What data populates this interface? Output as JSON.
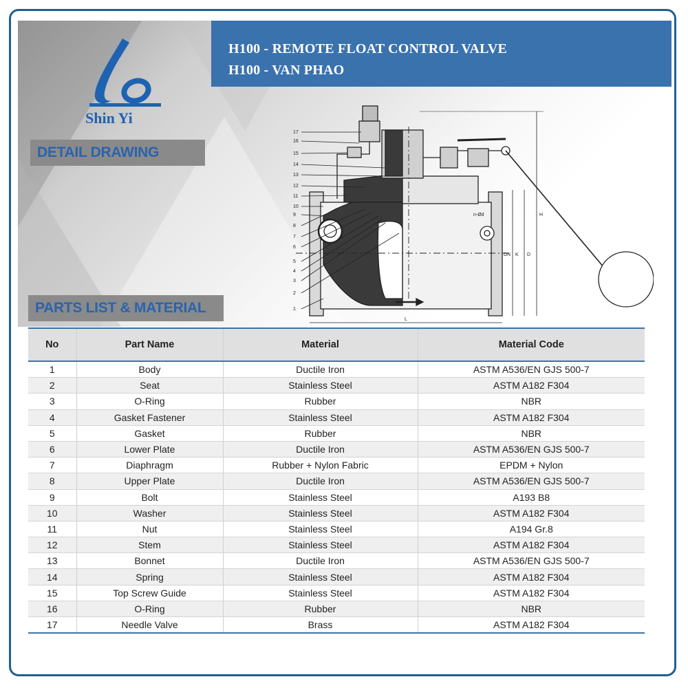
{
  "header": {
    "title_line1": "H100 - REMOTE FLOAT CONTROL VALVE",
    "title_line2": "H100 - VAN PHAO"
  },
  "brand": {
    "name": "Shin Yi",
    "color": "#1e63b2"
  },
  "sections": {
    "detail_drawing": "DETAIL DRAWING",
    "parts_list": "PARTS LIST & MATERIAL"
  },
  "drawing": {
    "callouts": [
      "17",
      "16",
      "15",
      "14",
      "13",
      "12",
      "11",
      "10",
      "9",
      "8",
      "7",
      "6",
      "5",
      "4",
      "3",
      "2",
      "1"
    ],
    "dimension_labels": [
      "H",
      "D",
      "K",
      "DN",
      "n-Ød",
      "L"
    ]
  },
  "table": {
    "headers": [
      "No",
      "Part Name",
      "Material",
      "Material Code"
    ],
    "rows": [
      [
        "1",
        "Body",
        "Ductile Iron",
        "ASTM A536/EN GJS 500-7"
      ],
      [
        "2",
        "Seat",
        "Stainless Steel",
        "ASTM A182 F304"
      ],
      [
        "3",
        "O-Ring",
        "Rubber",
        "NBR"
      ],
      [
        "4",
        "Gasket Fastener",
        "Stainless Steel",
        "ASTM A182 F304"
      ],
      [
        "5",
        "Gasket",
        "Rubber",
        "NBR"
      ],
      [
        "6",
        "Lower Plate",
        "Ductile Iron",
        "ASTM A536/EN GJS 500-7"
      ],
      [
        "7",
        "Diaphragm",
        "Rubber + Nylon Fabric",
        "EPDM + Nylon"
      ],
      [
        "8",
        "Upper Plate",
        "Ductile Iron",
        "ASTM A536/EN GJS 500-7"
      ],
      [
        "9",
        "Bolt",
        "Stainless Steel",
        "A193 B8"
      ],
      [
        "10",
        "Washer",
        "Stainless Steel",
        "ASTM A182 F304"
      ],
      [
        "11",
        "Nut",
        "Stainless Steel",
        "A194 Gr.8"
      ],
      [
        "12",
        "Stem",
        "Stainless Steel",
        "ASTM A182 F304"
      ],
      [
        "13",
        "Bonnet",
        "Ductile Iron",
        "ASTM A536/EN GJS 500-7"
      ],
      [
        "14",
        "Spring",
        "Stainless Steel",
        "ASTM A182 F304"
      ],
      [
        "15",
        "Top Screw Guide",
        "Stainless Steel",
        "ASTM A182 F304"
      ],
      [
        "16",
        "O-Ring",
        "Rubber",
        "NBR"
      ],
      [
        "17",
        "Needle Valve",
        "Brass",
        "ASTM A182 F304"
      ]
    ]
  },
  "colors": {
    "accent_blue": "#3a72ad",
    "frame_blue": "#1e5f8e",
    "label_gray": "#8a8a8a"
  }
}
